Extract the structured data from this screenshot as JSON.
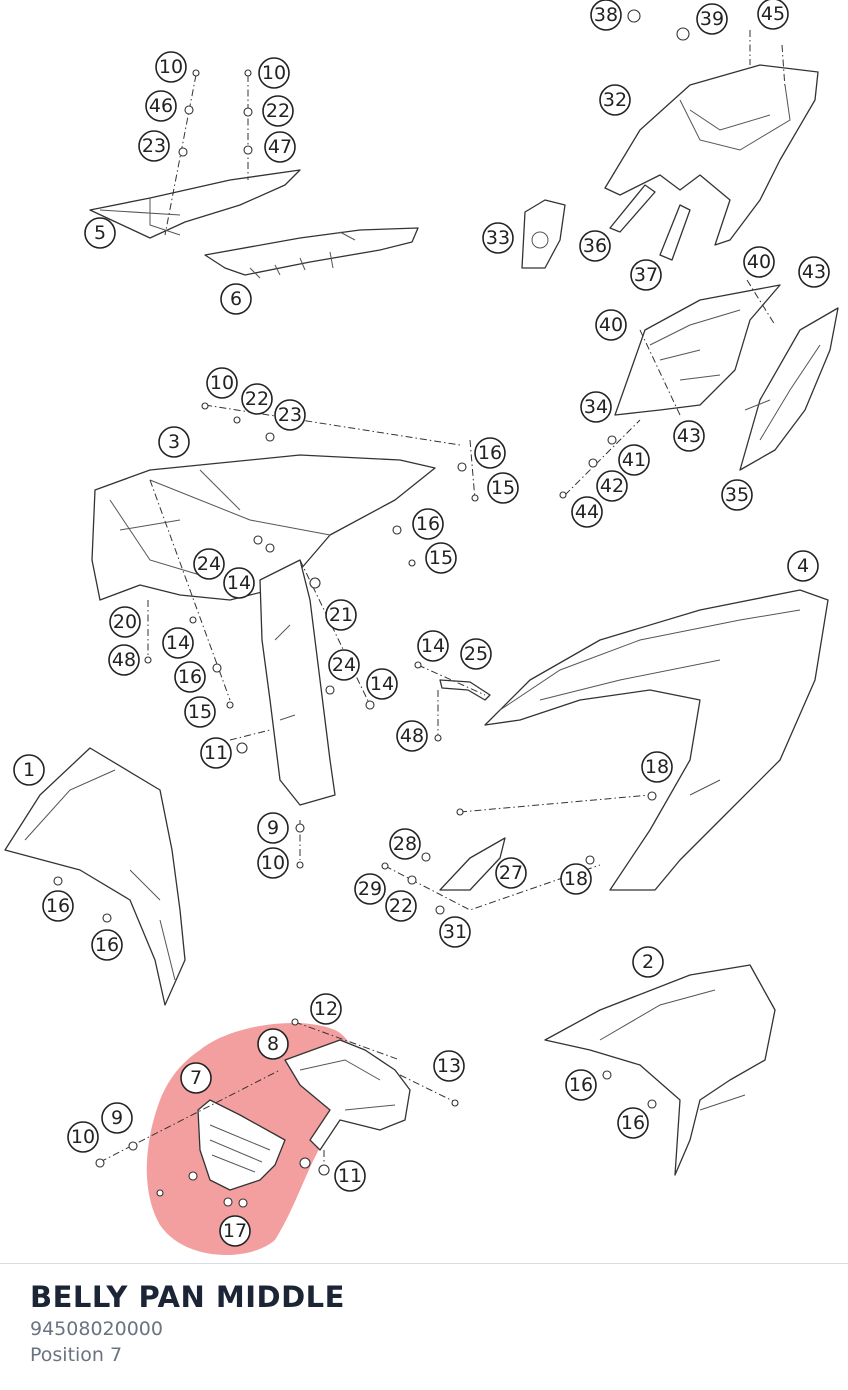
{
  "part": {
    "title": "BELLY PAN MIDDLE",
    "number": "94508020000",
    "position": "Position 7"
  },
  "highlight": {
    "position_label": "7",
    "color": "#f07a7a"
  },
  "callouts": [
    "38",
    "39",
    "45",
    "10",
    "46",
    "23",
    "5",
    "10",
    "22",
    "47",
    "6",
    "32",
    "33",
    "36",
    "37",
    "40",
    "43",
    "40",
    "34",
    "43",
    "41",
    "42",
    "44",
    "35",
    "10",
    "22",
    "23",
    "3",
    "16",
    "15",
    "16",
    "15",
    "24",
    "14",
    "21",
    "20",
    "14",
    "48",
    "16",
    "15",
    "4",
    "14",
    "25",
    "24",
    "14",
    "48",
    "11",
    "1",
    "18",
    "9",
    "10",
    "28",
    "27",
    "18",
    "29",
    "22",
    "31",
    "16",
    "16",
    "2",
    "12",
    "8",
    "13",
    "7",
    "9",
    "10",
    "11",
    "17",
    "16",
    "16"
  ]
}
